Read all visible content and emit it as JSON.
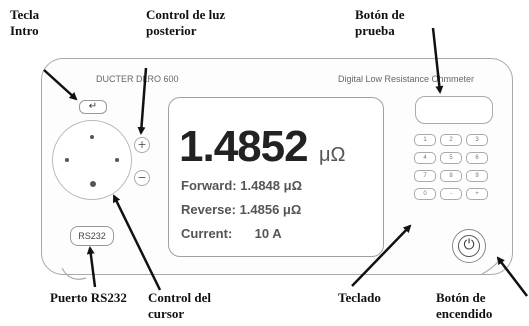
{
  "callouts": {
    "enter_key": "Tecla\nIntro",
    "backlight": "Control de luz\nposterior",
    "test_button": "Botón de\nprueba",
    "rs232_port": "Puerto RS232",
    "cursor_control": "Control del\ncursor",
    "keypad": "Teclado",
    "power_button": "Botón de\nencendido"
  },
  "device": {
    "brand": "DUCTER DLRO 600",
    "model_desc": "Digital Low Resistance Ohmmeter",
    "enter_symbol": "↵",
    "backlight_up": "+",
    "backlight_down": "−",
    "rs232_label": "RS232",
    "power_symbol": "⏻",
    "display": {
      "main_value": "1.4852",
      "main_unit": "μΩ",
      "forward_label": "Forward:",
      "forward_value": "1.4848 μΩ",
      "reverse_label": "Reverse:",
      "reverse_value": "1.4856 μΩ",
      "current_label": "Current:",
      "current_value": "10 A"
    },
    "keys": [
      "1",
      "2",
      "3",
      "4",
      "5",
      "6",
      "7",
      "8",
      "9",
      "0",
      "-",
      "+"
    ]
  }
}
